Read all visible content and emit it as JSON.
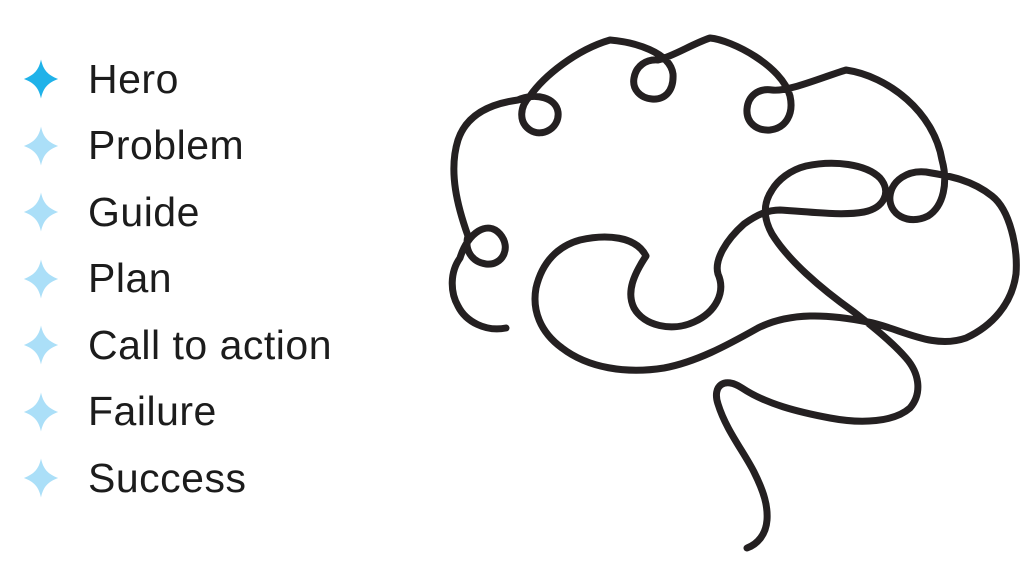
{
  "page": {
    "background_color": "#ffffff"
  },
  "list": {
    "icon": "sparkle-icon",
    "items": [
      {
        "label": "Hero",
        "star_color": "#1fb2e9"
      },
      {
        "label": "Problem",
        "star_color": "#abdff8"
      },
      {
        "label": "Guide",
        "star_color": "#abdff8"
      },
      {
        "label": "Plan",
        "star_color": "#abdff8"
      },
      {
        "label": "Call to action",
        "star_color": "#abdff8"
      },
      {
        "label": "Failure",
        "star_color": "#abdff8"
      },
      {
        "label": "Success",
        "star_color": "#abdff8"
      }
    ],
    "text_color": "#1c1c1c"
  },
  "illustration": {
    "name": "single-line brain doodle",
    "stroke_color": "#242021"
  }
}
